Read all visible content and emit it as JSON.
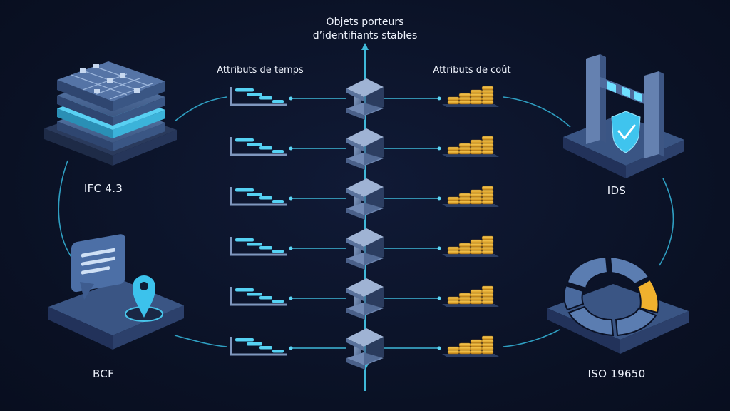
{
  "header": {
    "title_line1": "Objets porteurs",
    "title_line2": "d’identifiants stables"
  },
  "columns": {
    "time_label": "Attributs de temps",
    "cost_label": "Attributs de coût"
  },
  "nodes": {
    "ifc": "IFC 4.3",
    "bcf": "BCF",
    "ids": "IDS",
    "iso": "ISO 19650"
  },
  "rows": 6,
  "colors": {
    "background": "#0b1226",
    "connector": "#3fb8d8",
    "accent_cyan": "#5fd6f5",
    "steel_blue": "#4d6d9a",
    "gold": "#e8a92b"
  }
}
